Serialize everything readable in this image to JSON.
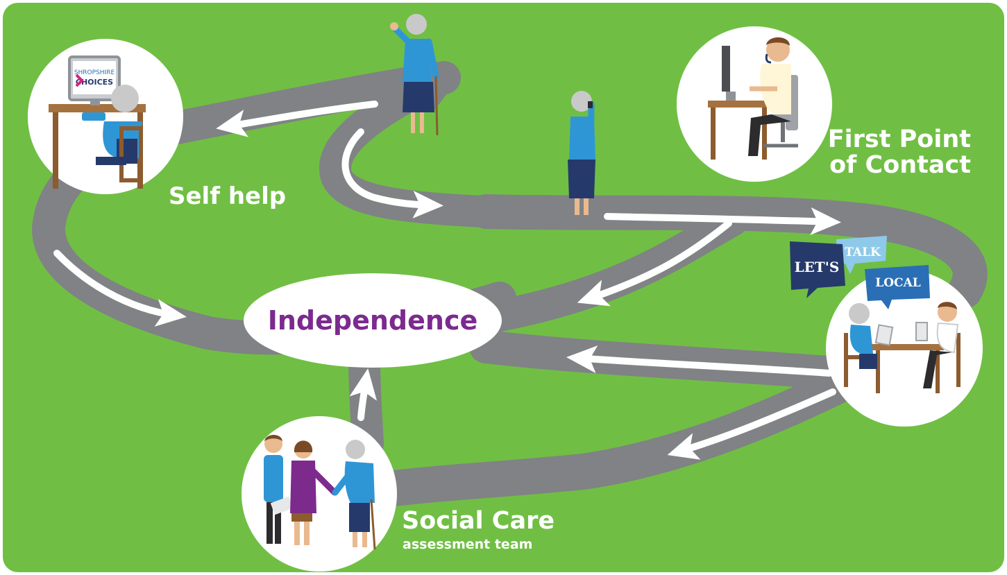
{
  "colors": {
    "background": "#70bf44",
    "road": "#808285",
    "arrow": "#ffffff",
    "independence_text": "#7b2a8f",
    "label_text": "#ffffff",
    "bubble_dark": "#253a6b",
    "bubble_mid": "#2a6fb5",
    "bubble_light": "#8fc9ea",
    "person_blue": "#2f96d6",
    "person_purple": "#7d2a8d"
  },
  "nodes": {
    "independence": "Independence",
    "self_help": "Self help",
    "first_contact_line1": "First Point",
    "first_contact_line2": "of Contact",
    "social_care": "Social Care",
    "social_care_sub": "assessment team"
  },
  "screen_logo": {
    "line1": "SHROPSHIRE",
    "line2": "CHOICES"
  },
  "speech_bubbles": {
    "lets": "LET'S",
    "talk": "TALK",
    "local": "LOCAL"
  },
  "icons": [
    "person-waving-icon",
    "person-phone-icon",
    "call-center-agent-icon",
    "computer-user-icon",
    "meeting-icon",
    "handshake-group-icon",
    "speech-bubble-icon"
  ]
}
